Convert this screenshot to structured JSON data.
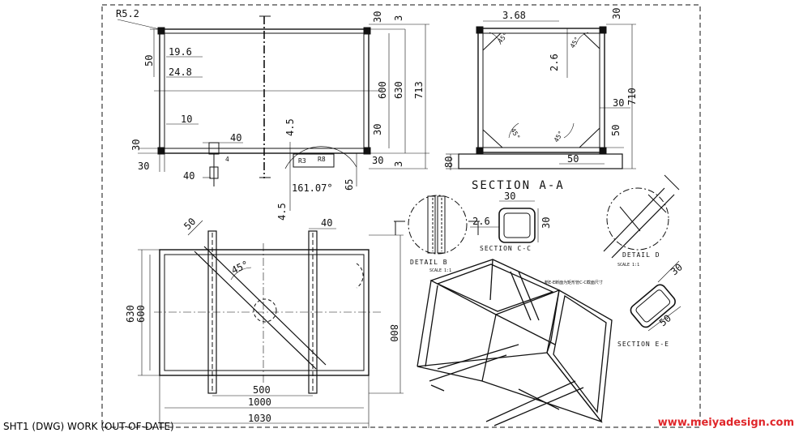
{
  "status_bar": {
    "sheet_label": "SHT1 (DWG) WORK (OUT-OF-DATE)"
  },
  "watermark": {
    "text": "www.meiyadesign.com",
    "color": "#e0262a"
  },
  "colors": {
    "line": "#111111",
    "background": "#ffffff"
  },
  "front_view": {
    "radius": "R5.2",
    "dims": {
      "d50": "50",
      "d19_6": "19.6",
      "d24_8": "24.8",
      "d10": "10",
      "d30_left": "30",
      "d30_bottom": "30",
      "d40_top": "40",
      "d4": "4",
      "d40_bottom": "40",
      "d4_5_a": "4.5",
      "d4_5_b": "4.5",
      "d65": "65",
      "d600": "600",
      "d630": "630",
      "d713": "713",
      "d30_right_top": "30",
      "d3_right_top": "3",
      "d30_right_mid": "30",
      "d30_right_bot": "30",
      "d3_right_bot": "3",
      "r3": "R3",
      "r8": "R8",
      "angle": "161.07°"
    }
  },
  "section_a": {
    "title": "SECTION A-A",
    "dims": {
      "d3_68": "3.68",
      "d30_top": "30",
      "d2_6": "2.6",
      "d710": "710",
      "d30_mid": "30",
      "d50_right": "50",
      "d50_bottom": "50",
      "d80": "80",
      "a45_1": "45°",
      "a45_2": "45°",
      "a45_3": "45°",
      "a45_4": "45°"
    }
  },
  "section_c": {
    "title": "SECTION C-C",
    "dims": {
      "d30_top": "30",
      "d30_side": "30",
      "d2_6": "2.6"
    }
  },
  "detail_b": {
    "title": "DETAIL B",
    "scale": "SCALE 1:1"
  },
  "detail_d": {
    "title": "DETAIL D",
    "scale": "SCALE 1:1"
  },
  "section_e": {
    "title": "SECTION E-E",
    "dims": {
      "d30": "30",
      "d50": "50"
    },
    "note": "断E-E断面为矩形管C-C截面尺寸"
  },
  "plan_view": {
    "dims": {
      "d50": "50",
      "d40": "40",
      "angle": "45°",
      "d630": "630",
      "d600": "600",
      "d800": "800",
      "d500": "500",
      "d1000": "1000",
      "d1030": "1030"
    }
  }
}
